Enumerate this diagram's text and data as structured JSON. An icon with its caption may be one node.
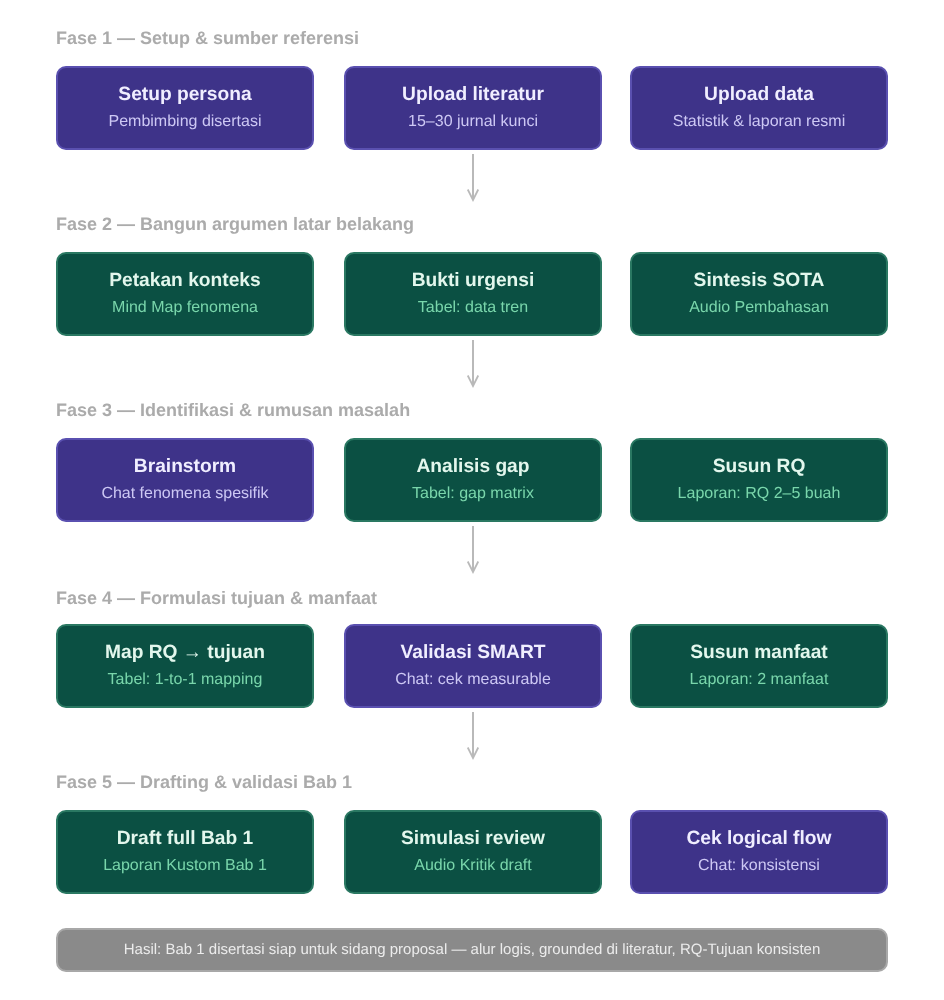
{
  "diagram": {
    "nodes": [
      {
        "text": [
          "Setup persona",
          "Pembimbing disertasi"
        ]
      },
      {
        "text": [
          "Upload literatur",
          "15–30 jurnal kunci"
        ]
      },
      {
        "text": [
          "Upload data",
          "Statistik & laporan resmi"
        ]
      },
      {
        "text": [
          "Petakan konteks",
          "Mind Map fenomena"
        ]
      },
      {
        "text": [
          "Bukti urgensi",
          "Tabel: data tren"
        ]
      },
      {
        "text": [
          "Sintesis SOTA",
          "Audio Pembahasan"
        ]
      },
      {
        "text": [
          "Brainstorm",
          "Chat fenomena spesifik"
        ]
      },
      {
        "text": [
          "Analisis gap",
          "Tabel: gap matrix"
        ]
      },
      {
        "text": [
          "Susun RQ",
          "Laporan: RQ 2–5 buah"
        ]
      },
      {
        "text": [
          "Map RQ → tujuan",
          "Tabel: 1-to-1 mapping"
        ]
      },
      {
        "text": [
          "Validasi SMART",
          "Chat: cek measurable"
        ]
      },
      {
        "text": [
          "Susun manfaat",
          "Laporan: 2 manfaat"
        ]
      },
      {
        "text": [
          "Draft full Bab 1",
          "Laporan Kustom Bab 1"
        ]
      },
      {
        "text": [
          "Simulasi review",
          "Audio Kritik draft"
        ]
      },
      {
        "text": [
          "Cek logical flow",
          "Chat: konsistensi"
        ]
      },
      {
        "text": [
          "Hasil: Bab 1 disertasi siap untuk sidang proposal — alur logis, grounded di literatur, RQ-Tujuan konsisten"
        ]
      }
    ],
    "edges": [
      {
        "from": 1,
        "to": null,
        "arrow": "to"
      },
      {
        "from": 4,
        "to": null,
        "arrow": "to"
      },
      {
        "from": 7,
        "to": null,
        "arrow": "to"
      },
      {
        "from": 10,
        "to": null,
        "arrow": "to"
      }
    ],
    "labels": [
      "Fase 1 — Setup & sumber referensi",
      "Fase 2 — Bangun argumen latar belakang",
      "Fase 3 — Identifikasi & rumusan masalah",
      "Fase 4 — Formulasi tujuan & manfaat",
      "Fase 5 — Drafting & validasi Bab 1"
    ]
  }
}
